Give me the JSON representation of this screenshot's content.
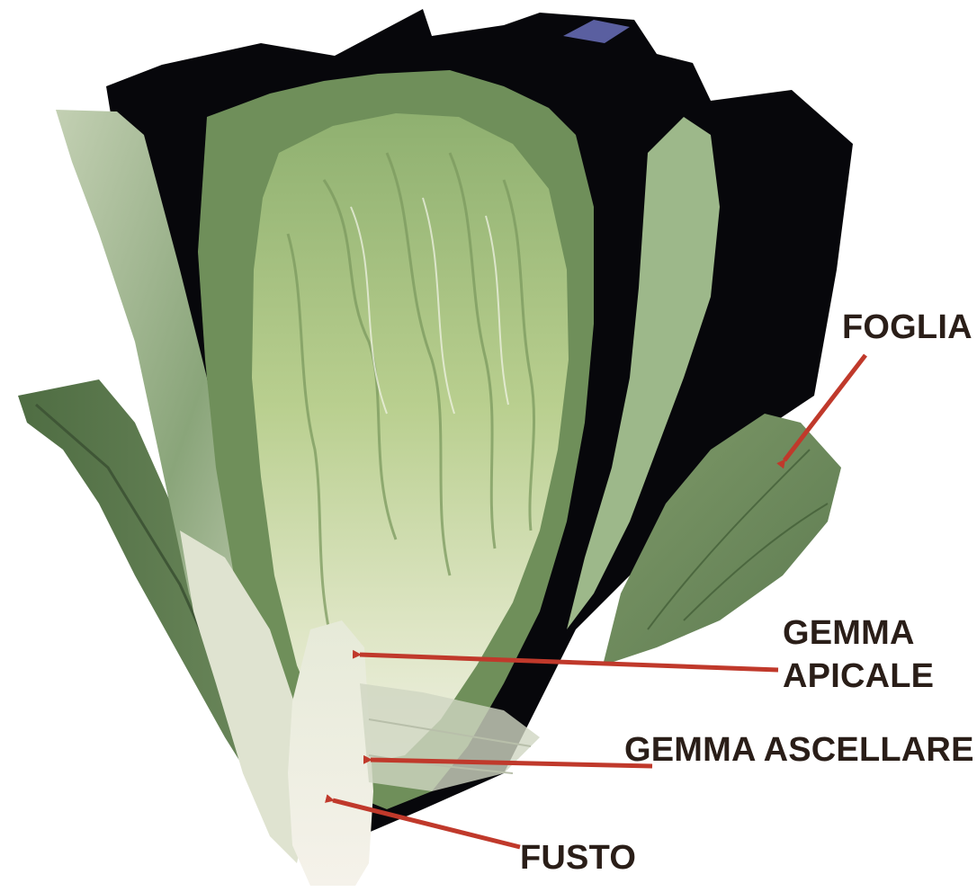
{
  "labels": {
    "foglia": "FOGLIA",
    "gemma_apicale_line1": "GEMMA",
    "gemma_apicale_line2": "APICALE",
    "gemma_ascellare": "GEMMA ASCELLARE",
    "fusto": "FUSTO"
  },
  "colors": {
    "arrow": "#c0392b",
    "label_text": "#2a1e18",
    "leaf_dark": "#5a7a4e",
    "leaf_light": "#c9d9a8",
    "stem": "#f2efe6",
    "shadow": "#07070b"
  }
}
